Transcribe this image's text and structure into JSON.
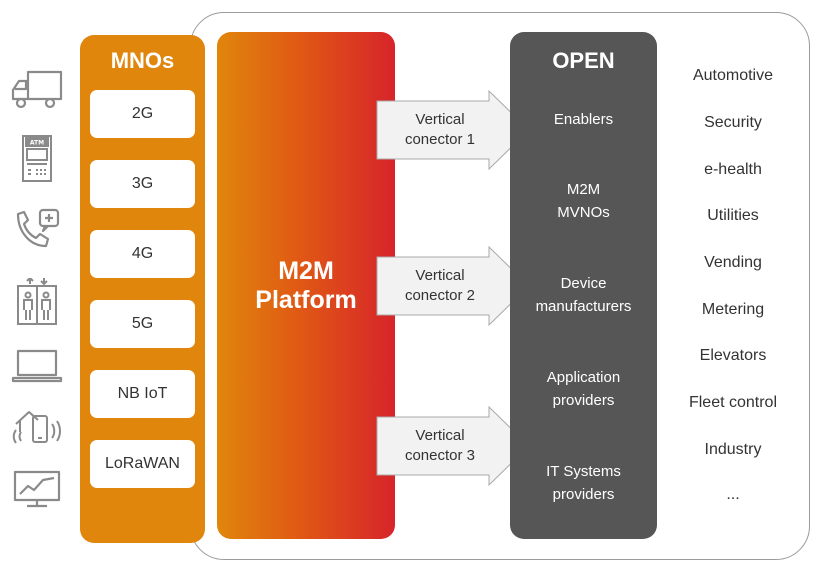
{
  "mnos": {
    "title": "MNOs",
    "items": [
      "2G",
      "3G",
      "4G",
      "5G",
      "NB IoT",
      "LoRaWAN"
    ]
  },
  "platform": {
    "label": "M2M\nPlatform"
  },
  "connectors": [
    "Vertical\nconector 1",
    "Vertical\nconector 2",
    "Vertical\nconector 3"
  ],
  "open": {
    "title": "OPEN",
    "items": [
      "Enablers",
      "M2M\nMVNOs",
      "Device\nmanufacturers",
      "Application\nproviders",
      "IT Systems\nproviders"
    ]
  },
  "verticals": [
    "Automotive",
    "Security",
    "e-health",
    "Utilities",
    "Vending",
    "Metering",
    "Elevators",
    "Fleet control",
    "Industry",
    "..."
  ],
  "icons": [
    "truck-icon",
    "atm-icon",
    "phone-health-icon",
    "elevator-icon",
    "laptop-icon",
    "smart-home-icon",
    "monitor-chart-icon"
  ],
  "colors": {
    "mno": "#e0860c",
    "platform_start": "#e0860c",
    "platform_end": "#d7242a",
    "open": "#565656",
    "icon": "#8a8a8a"
  }
}
